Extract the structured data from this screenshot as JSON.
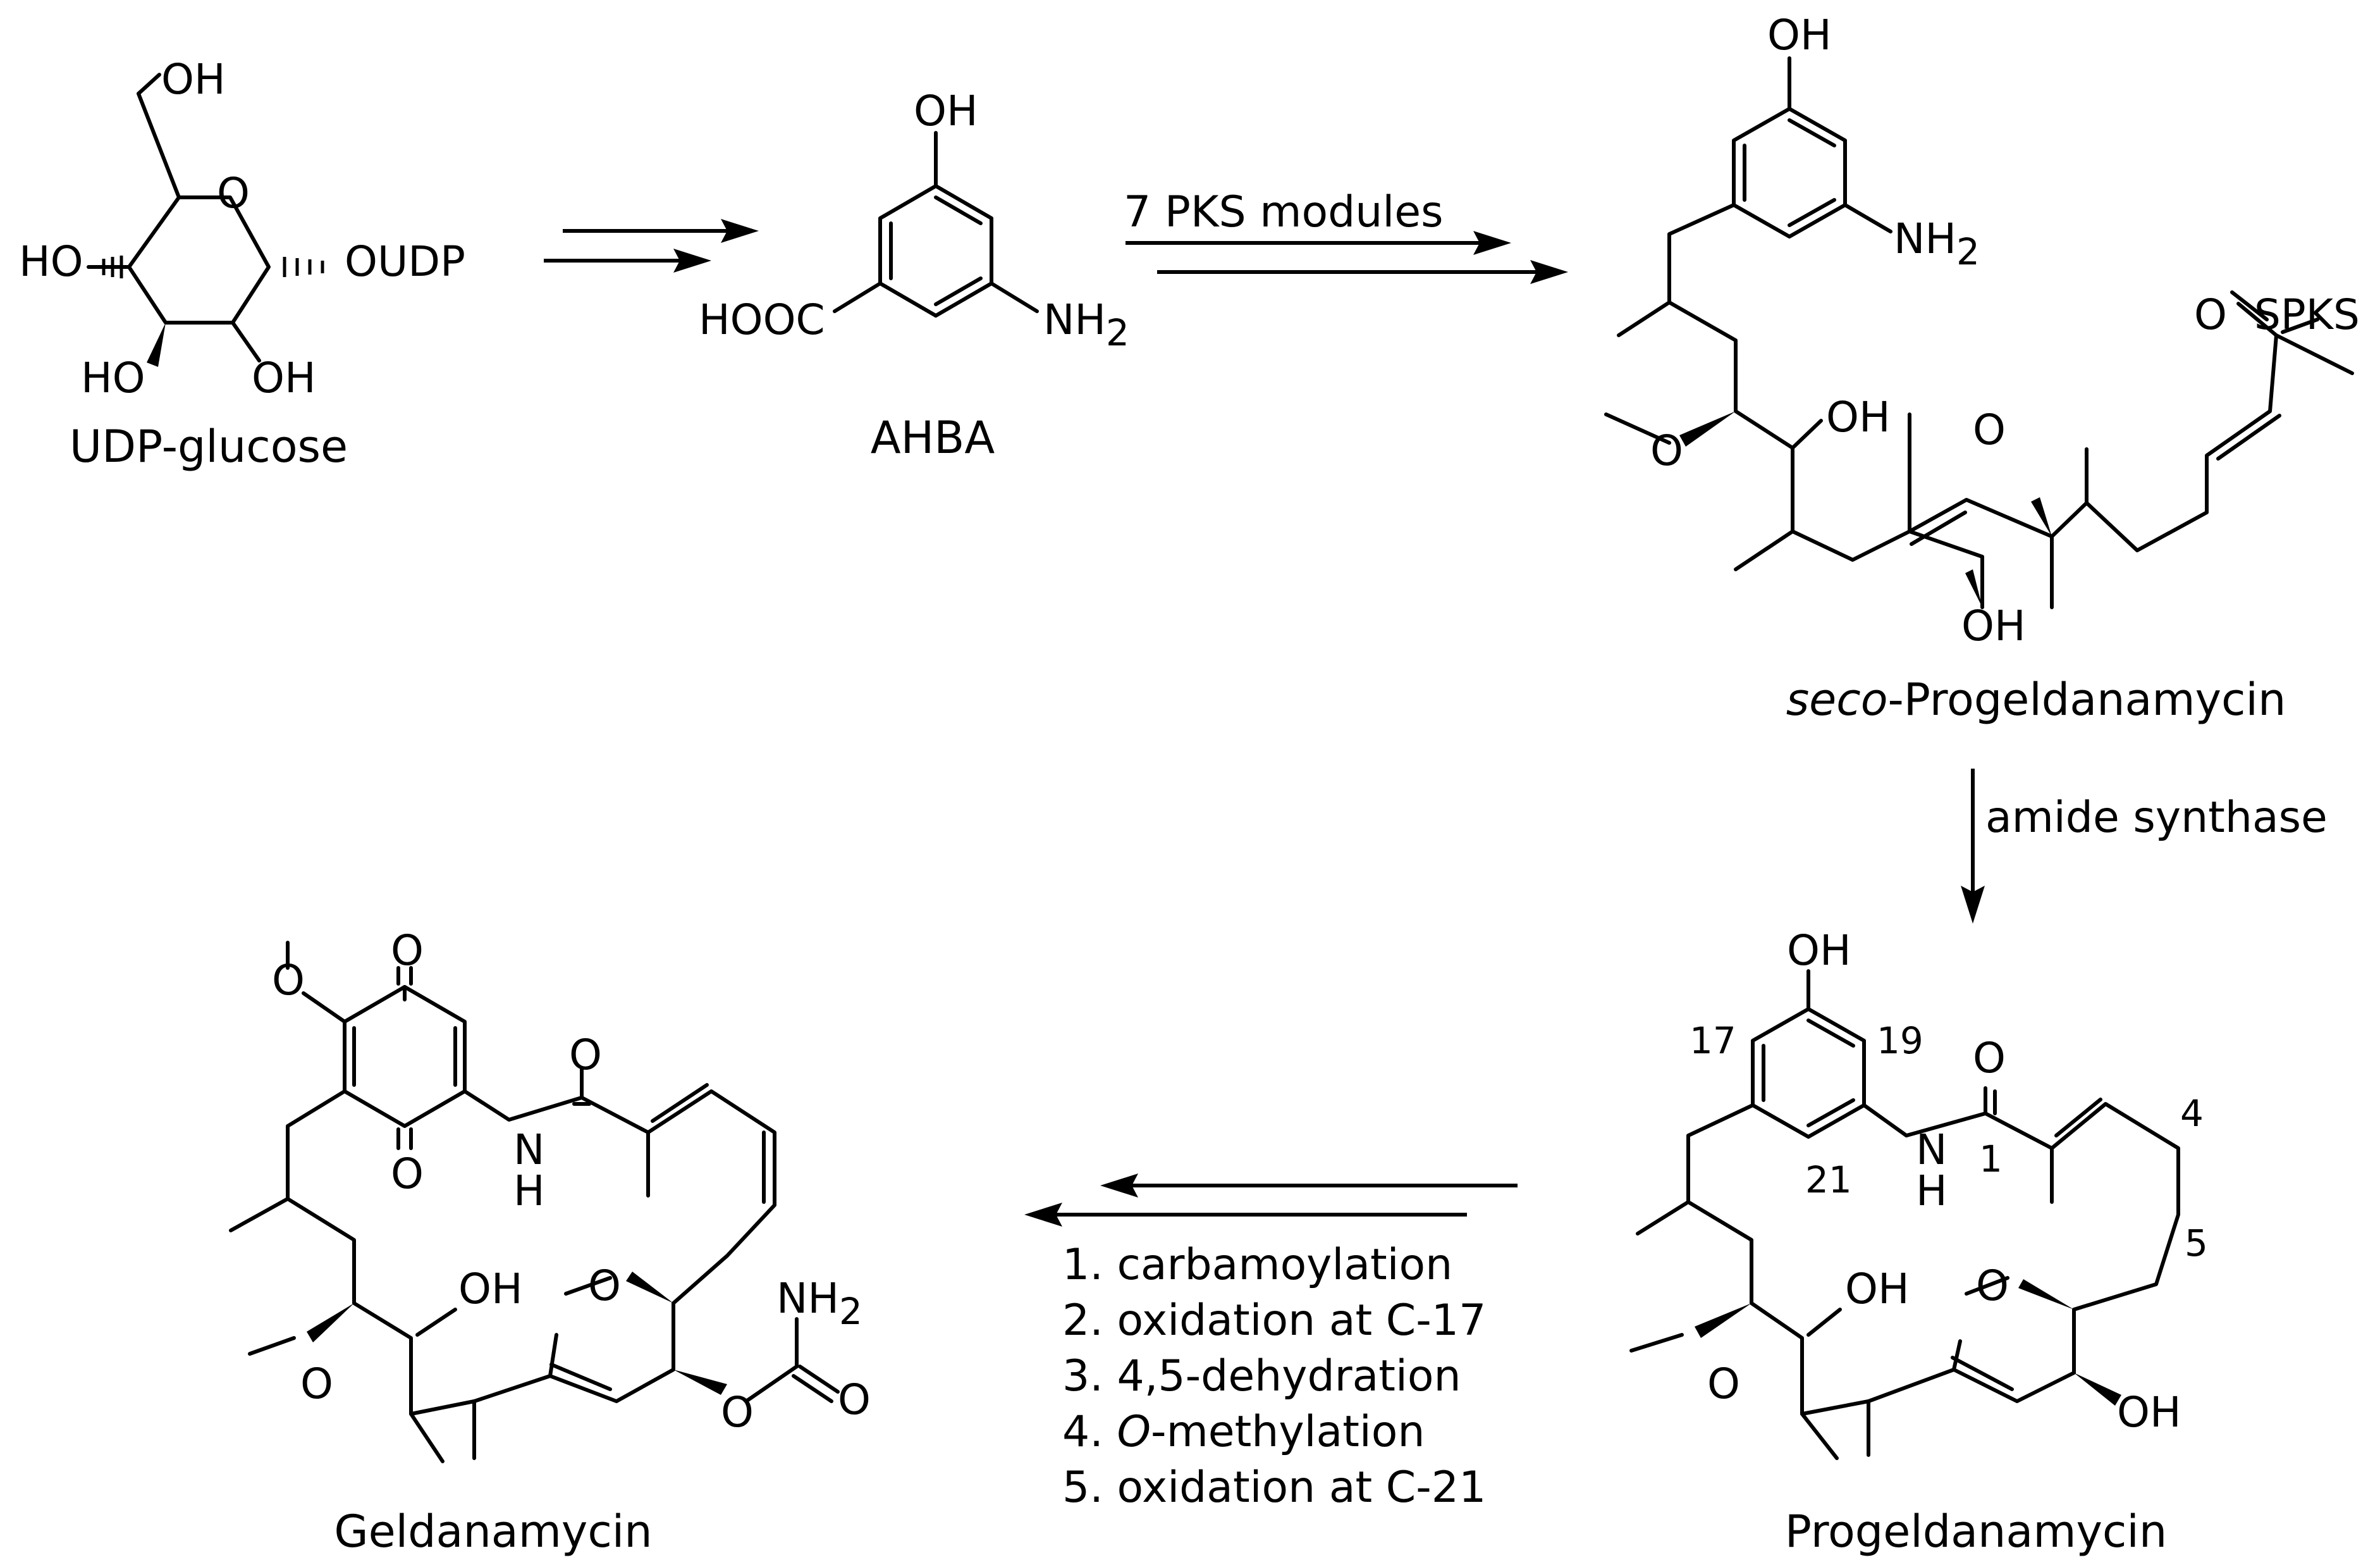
{
  "compounds": {
    "udp_glucose": {
      "name": "UDP-glucose",
      "atoms": {
        "oh_top": "OH",
        "ring_o": "O",
        "oudp": "OUDP",
        "ho_left": "HO",
        "ho_bottom": "HO",
        "oh_bottom": "OH"
      }
    },
    "ahba": {
      "name": "AHBA",
      "atoms": {
        "oh": "OH",
        "hooc": "HOOC",
        "nh2": "NH2"
      }
    },
    "seco_progeldanamycin": {
      "name_italic": "seco",
      "name_rest": "-Progeldanamycin",
      "atoms": {
        "oh_top": "OH",
        "nh2": "NH2",
        "o_thioester": "O",
        "spks": "SPKS",
        "o_methoxy_left": "O",
        "oh_mid": "OH",
        "o_methoxy_right": "O",
        "oh_bottom": "OH"
      }
    },
    "progeldanamycin": {
      "name": "Progeldanamycin",
      "atoms": {
        "oh_top": "OH",
        "o_amide": "O",
        "n": "N",
        "h": "H",
        "oh_mid": "OH",
        "o_methoxy_left": "O",
        "o_methoxy_right": "O",
        "oh_right": "OH"
      },
      "locants": {
        "c17": "17",
        "c19": "19",
        "c21": "21",
        "c1": "1",
        "c4": "4",
        "c5": "5"
      }
    },
    "geldanamycin": {
      "name": "Geldanamycin",
      "atoms": {
        "o_quinone_top": "O",
        "o_methoxy_quinone": "O",
        "o_amide": "O",
        "n": "N",
        "h": "H",
        "o_quinone_bottom": "O",
        "oh": "OH",
        "o_methoxy_c12": "O",
        "nh2": "NH2",
        "o_carbamate": "O",
        "o_carbonyl": "O",
        "o_methoxy_c6": "O"
      }
    }
  },
  "arrows": {
    "pks_label": "7 PKS modules",
    "amide_label": "amide synthase",
    "final_steps": [
      "1. carbamoylation",
      "2. oxidation at C-17",
      "3. 4,5-dehydration",
      "4. ",
      "5. oxidation at C-21"
    ],
    "final_step4_italic": "O",
    "final_step4_rest": "-methylation"
  }
}
